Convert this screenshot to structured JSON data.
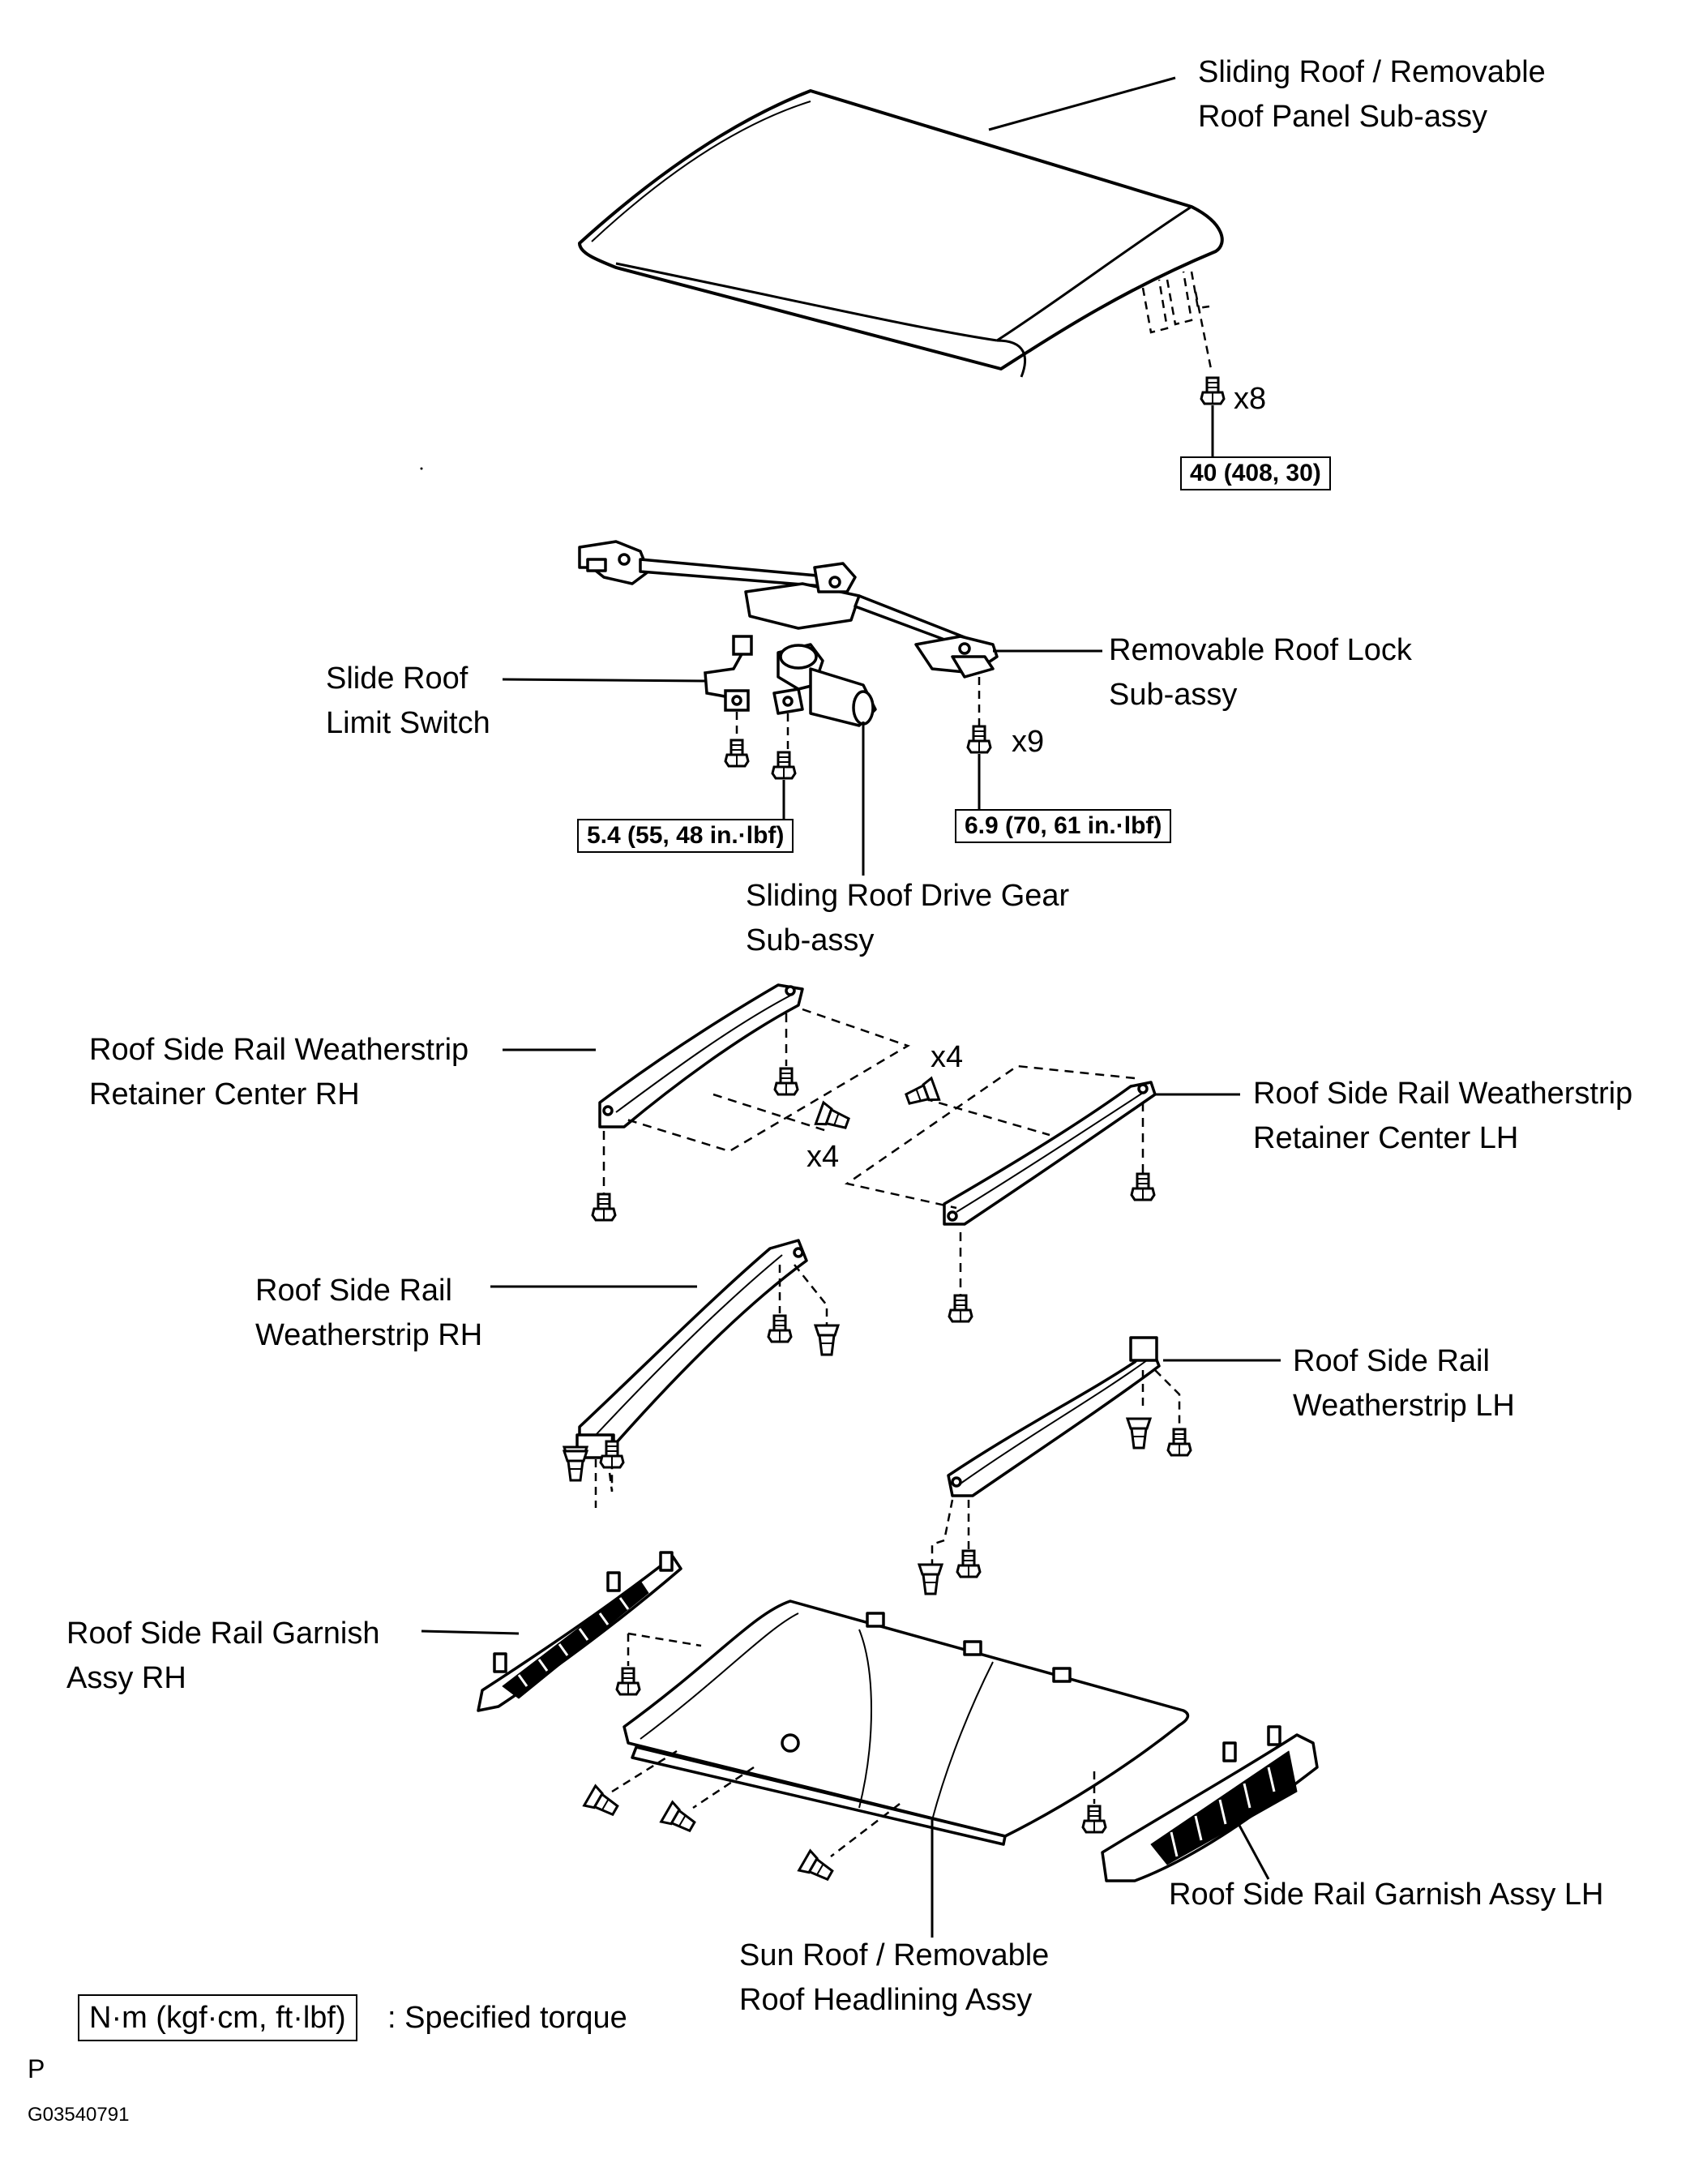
{
  "labels": {
    "roof_panel": [
      "Sliding Roof / Removable",
      "Roof Panel Sub-assy"
    ],
    "limit_switch": [
      "Slide Roof",
      "Limit Switch"
    ],
    "roof_lock": [
      "Removable Roof Lock",
      "Sub-assy"
    ],
    "drive_gear": [
      "Sliding Roof Drive Gear",
      "Sub-assy"
    ],
    "retainer_rh": [
      "Roof Side Rail Weatherstrip",
      "Retainer Center RH"
    ],
    "retainer_lh": [
      "Roof Side Rail Weatherstrip",
      "Retainer Center LH"
    ],
    "weatherstrip_rh": [
      "Roof Side Rail",
      "Weatherstrip RH"
    ],
    "weatherstrip_lh": [
      "Roof Side Rail",
      "Weatherstrip LH"
    ],
    "garnish_rh": [
      "Roof Side Rail Garnish",
      "Assy RH"
    ],
    "garnish_lh": [
      "Roof Side Rail Garnish Assy LH"
    ],
    "headlining": [
      "Sun Roof / Removable",
      "Roof Headlining Assy"
    ]
  },
  "torques": {
    "roof_panel_bolts": "40 (408, 30)",
    "drive_gear_bolts": "5.4 (55, 48 in.·lbf)",
    "roof_lock_bolts": "6.9 (70, 61 in.·lbf)"
  },
  "multipliers": {
    "roof_panel_bolts": "x8",
    "roof_lock_bolts": "x9",
    "retainer_lh_screws": "x4",
    "retainer_rh_screws": "x4"
  },
  "legend": {
    "unit_box": "N·m (kgf·cm, ft·lbf)",
    "text": ": Specified torque"
  },
  "footer": {
    "page_letter": "P",
    "figure_code": "G03540791"
  }
}
